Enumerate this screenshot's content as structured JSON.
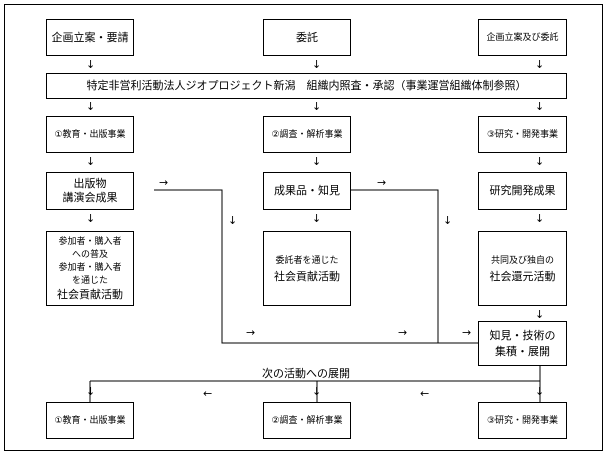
{
  "top": {
    "left": "企画立案・要請",
    "center": "委託",
    "right": "企画立案及び委託"
  },
  "banner": "特定非営利活動法人ジオプロジェクト新潟　組織内照査・承認（事業運営組織体制参照）",
  "row2": {
    "left": "①教育・出版事業",
    "center": "②調査・解析事業",
    "right": "③研究・開発事業"
  },
  "row3": {
    "left_line1": "出版物",
    "left_line2": "講演会成果",
    "center": "成果品・知見",
    "right": "研究開発成果"
  },
  "row4": {
    "left_line1": "参加者・購入者",
    "left_line2": "への普及",
    "left_line3": "参加者・購入者",
    "left_line4": "を通じた",
    "left_line5": "社会貢献活動",
    "center_line1": "委託者を通じた",
    "center_line2": "社会貢献活動",
    "right_line1": "共同及び独自の",
    "right_line2": "社会還元活動"
  },
  "accum": {
    "line1": "知見・技術の",
    "line2": "集積・展開"
  },
  "next_label": "次の活動への展開",
  "row6": {
    "left": "①教育・出版事業",
    "center": "②調査・解析事業",
    "right": "③研究・開発事業"
  },
  "arrows": {
    "down": "↓",
    "right": "→",
    "left": "←"
  }
}
